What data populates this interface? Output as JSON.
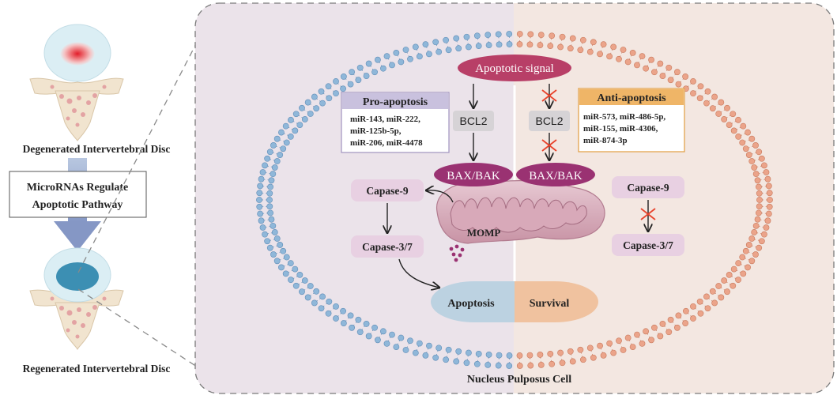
{
  "left_panel": {
    "degenerated_label": "Degenerated Intervertebral Disc",
    "regulate_box_line1": "MicroRNAs Regulate",
    "regulate_box_line2": "Apoptotic Pathway",
    "regenerated_label": "Regenerated Intervertebral Disc"
  },
  "cell": {
    "caption": "Nucleus Pulposus Cell",
    "apoptotic_signal": "Apoptotic signal",
    "pro": {
      "title": "Pro-apoptosis",
      "lines": [
        "miR-143, miR-222,",
        "miR-125b-5p,",
        "miR-206, miR-4478"
      ]
    },
    "anti": {
      "title": "Anti-apoptosis",
      "lines": [
        "miR-573, miR-486-5p,",
        "miR-155, miR-4306,",
        "miR-874-3p"
      ]
    },
    "left_path": {
      "bcl2": "BCL2",
      "baxbak": "BAX/BAK",
      "capase9": "Capase-9",
      "capase37": "Capase-3/7"
    },
    "right_path": {
      "bcl2": "BCL2",
      "baxbak": "BAX/BAK",
      "capase9": "Capase-9",
      "capase37": "Capase-3/7"
    },
    "momp": "MOMP",
    "apoptosis": "Apoptosis",
    "survival": "Survival"
  },
  "colors": {
    "left_bg": "#ebe3ea",
    "right_bg": "#f3e7e1",
    "membrane_left": "#8fb7d9",
    "membrane_right": "#eba48a",
    "signal": "#b83f67",
    "baxbak": "#9a3272",
    "pill": "#e8d0e2",
    "pro_border": "#a79ac4",
    "anti_border": "#e3a34d",
    "apoptosis": "#bcd2e1",
    "survival": "#f0c29f",
    "red_x": "#e8422b"
  }
}
